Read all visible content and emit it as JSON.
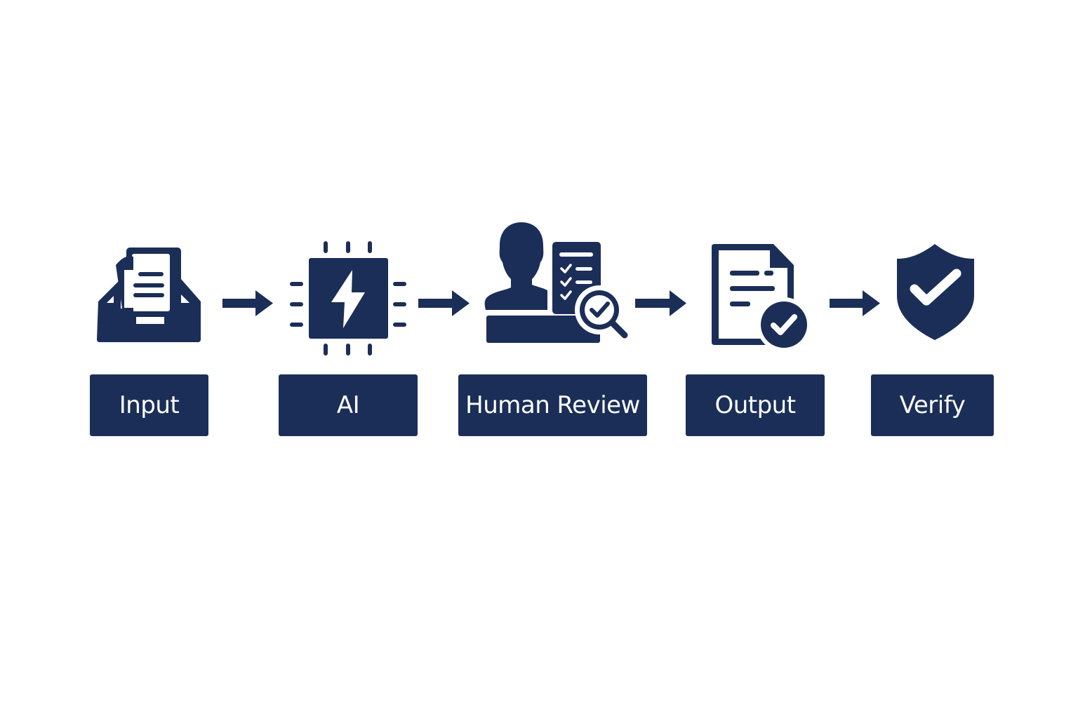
{
  "colors": {
    "primary": "#1b2e57",
    "background": "#ffffff",
    "icon_foreground": "#ffffff"
  },
  "steps": [
    {
      "label": "Input",
      "icon": "inbox-document-icon"
    },
    {
      "label": "AI",
      "icon": "chip-lightning-icon"
    },
    {
      "label": "Human Review",
      "icon": "person-checklist-magnifier-icon"
    },
    {
      "label": "Output",
      "icon": "document-check-icon"
    },
    {
      "label": "Verify",
      "icon": "shield-check-icon"
    }
  ],
  "connectors": [
    "arrow-right-icon",
    "arrow-right-icon",
    "arrow-right-icon",
    "arrow-right-icon"
  ]
}
